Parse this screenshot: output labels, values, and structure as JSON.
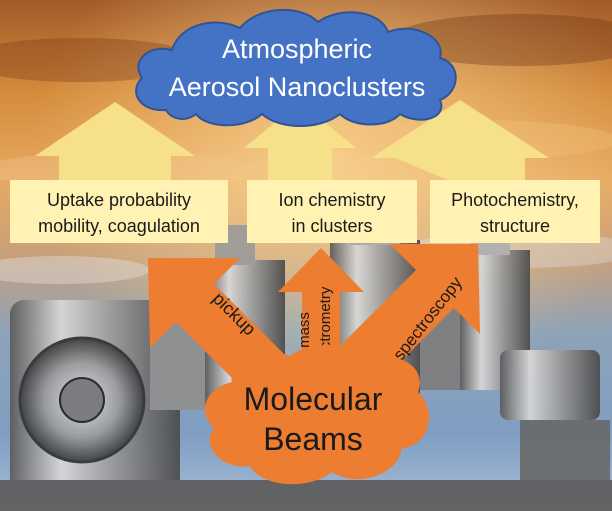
{
  "cloud": {
    "line1": "Atmospheric",
    "line2": "Aerosol Nanoclusters"
  },
  "boxes": [
    {
      "line1": "Uptake probability",
      "line2": "mobility, coagulation"
    },
    {
      "line1": "Ion chemistry",
      "line2": "in clusters"
    },
    {
      "line1": "Photochemistry,",
      "line2": "structure"
    }
  ],
  "arrows": {
    "left": "pickup",
    "middle_line1": "mass",
    "middle_line2": "spectrometry",
    "right": "spectroscopy"
  },
  "source": {
    "line1": "Molecular",
    "line2": "Beams"
  },
  "colors": {
    "cloud": "#4472C4",
    "cloud_text": "#FFFFFF",
    "box_fill": "#FFF2B3",
    "up_arrow": "#F7E08A",
    "orange": "#ED7D31",
    "text_dark": "#1A1A1A"
  }
}
